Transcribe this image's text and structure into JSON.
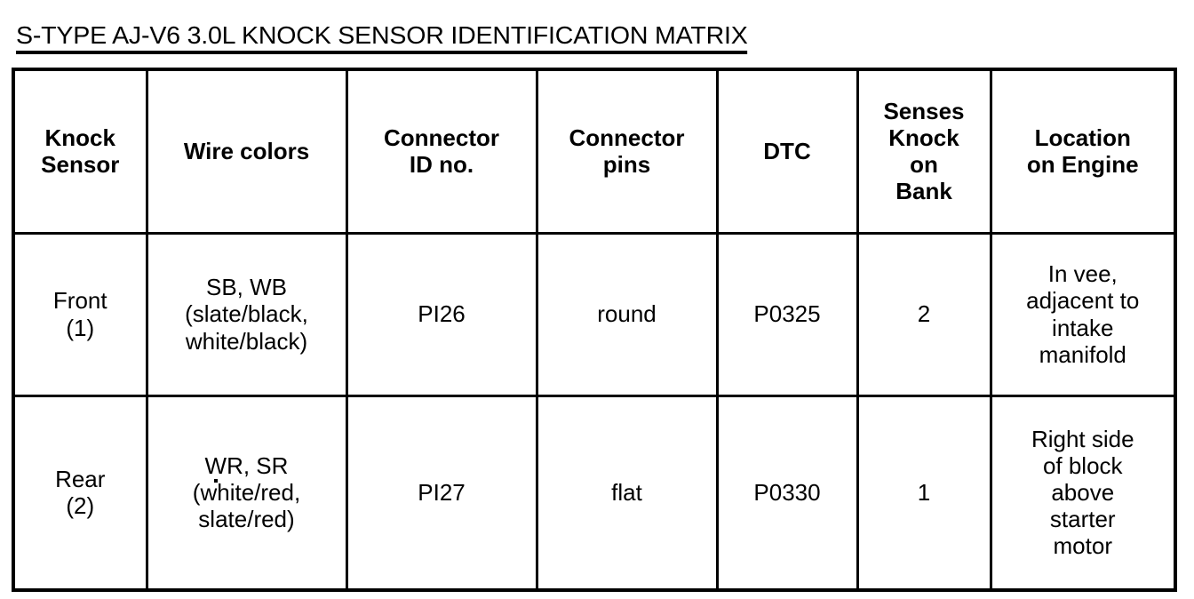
{
  "document": {
    "title": "S-TYPE AJ-V6 3.0L KNOCK SENSOR IDENTIFICATION MATRIX"
  },
  "table": {
    "headers": [
      {
        "id": "knock-sensor",
        "lines": [
          "Knock",
          "Sensor"
        ]
      },
      {
        "id": "wire-colors",
        "lines": [
          "Wire colors"
        ]
      },
      {
        "id": "connector-id",
        "lines": [
          "Connector",
          "ID no."
        ]
      },
      {
        "id": "connector-pins",
        "lines": [
          "Connector",
          "pins"
        ]
      },
      {
        "id": "dtc",
        "lines": [
          "DTC"
        ]
      },
      {
        "id": "senses-bank",
        "lines": [
          "Senses",
          "Knock",
          "on",
          "Bank"
        ]
      },
      {
        "id": "location",
        "lines": [
          "Location",
          "on Engine"
        ]
      }
    ],
    "rows": [
      {
        "id": "front-sensor",
        "cells": [
          {
            "id": "knock-sensor",
            "lines": [
              "Front",
              "(1)"
            ]
          },
          {
            "id": "wire-colors",
            "lines": [
              "SB, WB",
              "(slate/black,",
              "white/black)"
            ]
          },
          {
            "id": "connector-id",
            "lines": [
              "PI26"
            ]
          },
          {
            "id": "connector-pins",
            "lines": [
              "round"
            ]
          },
          {
            "id": "dtc",
            "lines": [
              "P0325"
            ]
          },
          {
            "id": "senses-bank",
            "lines": [
              "2"
            ]
          },
          {
            "id": "location",
            "lines": [
              "In vee,",
              "adjacent to",
              "intake",
              "manifold"
            ]
          }
        ]
      },
      {
        "id": "rear-sensor",
        "cells": [
          {
            "id": "knock-sensor",
            "lines": [
              "Rear",
              "(2)"
            ]
          },
          {
            "id": "wire-colors",
            "lines": [
              "WR, SR",
              "(white/red,",
              "slate/red)"
            ]
          },
          {
            "id": "connector-id",
            "lines": [
              "PI27"
            ]
          },
          {
            "id": "connector-pins",
            "lines": [
              "flat"
            ]
          },
          {
            "id": "dtc",
            "lines": [
              "P0330"
            ]
          },
          {
            "id": "senses-bank",
            "lines": [
              "1"
            ]
          },
          {
            "id": "location",
            "lines": [
              "Right side",
              "of block",
              "above",
              "starter",
              "motor"
            ]
          }
        ]
      }
    ]
  },
  "colors": {
    "ink": "#000000",
    "paper": "#ffffff"
  }
}
